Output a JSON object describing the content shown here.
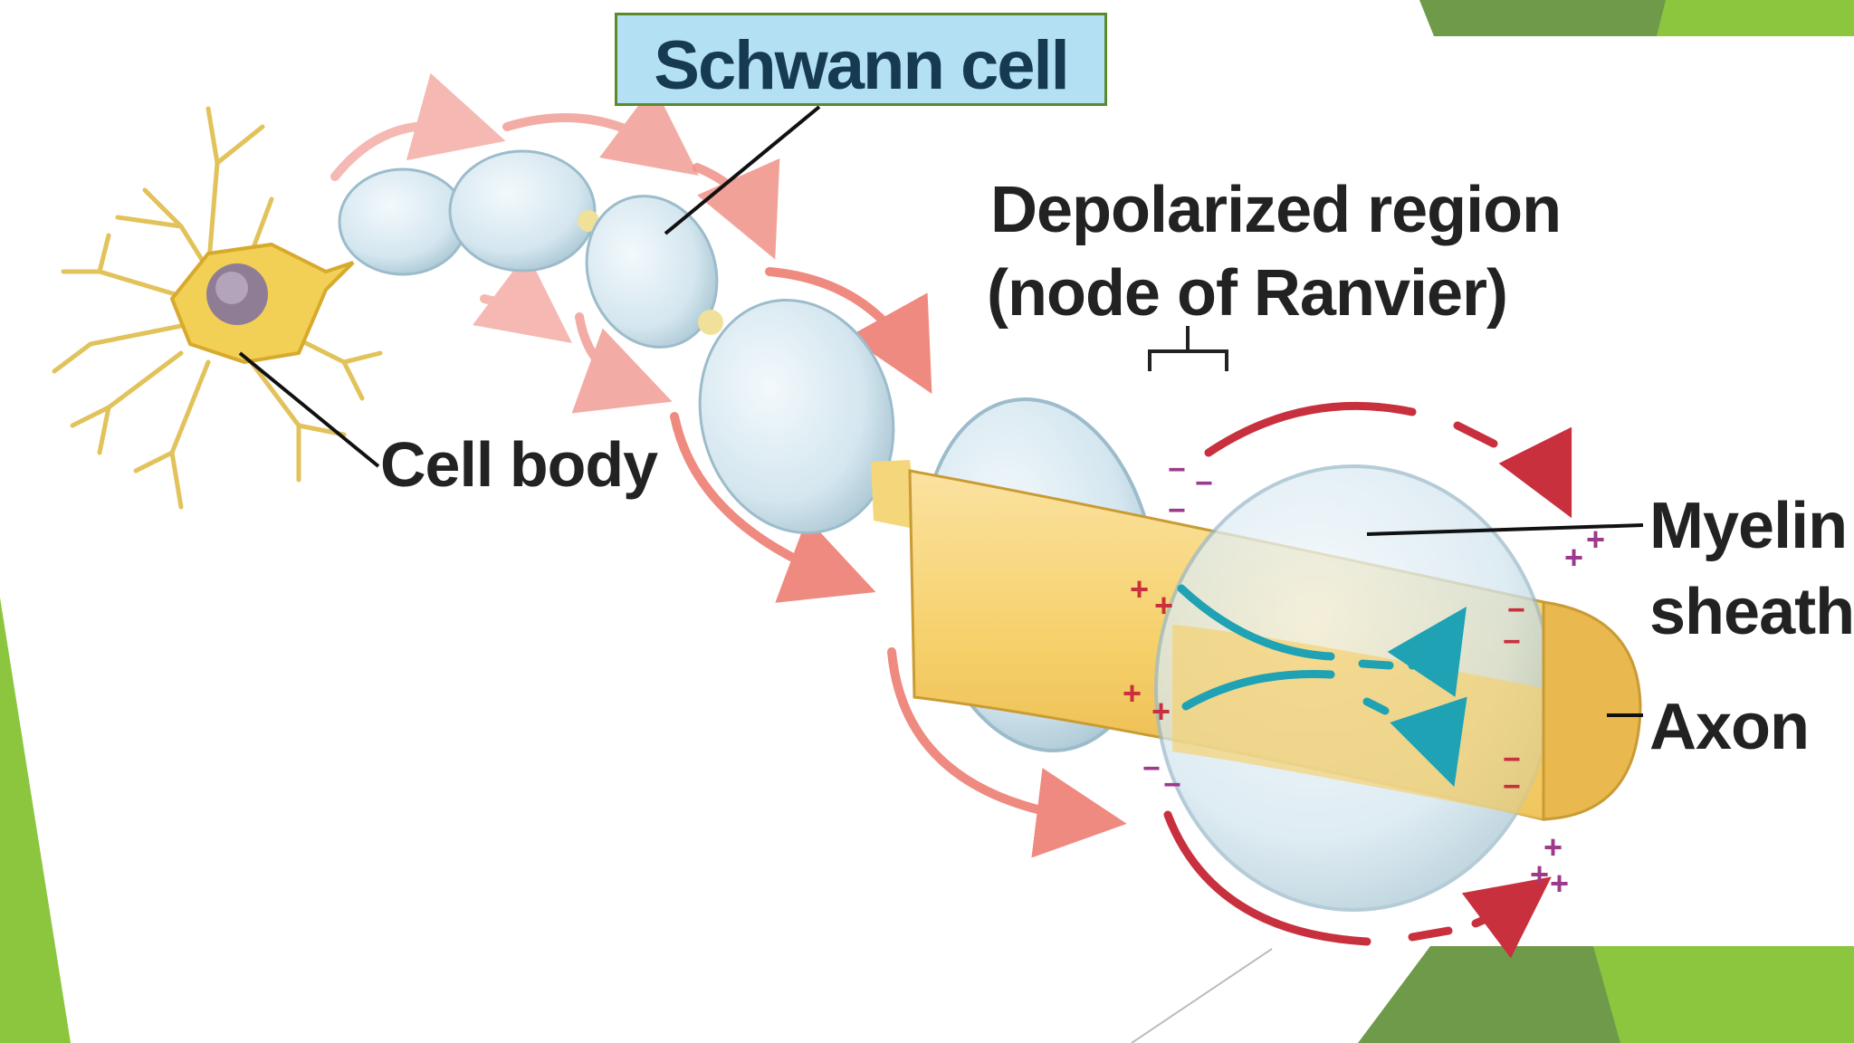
{
  "slide": {
    "accent_colors": {
      "light_green": "#8cc63f",
      "dark_green": "#6f9a4a",
      "axon_fill": "#f6d06a",
      "myelin_fill": "#d7e9f2",
      "current_red": "#c8303e",
      "current_teal": "#1fa2b3",
      "charge_purple": "#9c3a8c"
    }
  },
  "diagram": {
    "labels": {
      "schwann_cell": "Schwann cell",
      "depolarized_region": "Depolarized region",
      "node_of_ranvier": "(node of Ranvier)",
      "cell_body": "Cell body",
      "myelin_line1": "Myelin",
      "myelin_line2": "sheath",
      "axon": "Axon"
    },
    "charges": {
      "plus": "+",
      "minus": "−"
    }
  }
}
